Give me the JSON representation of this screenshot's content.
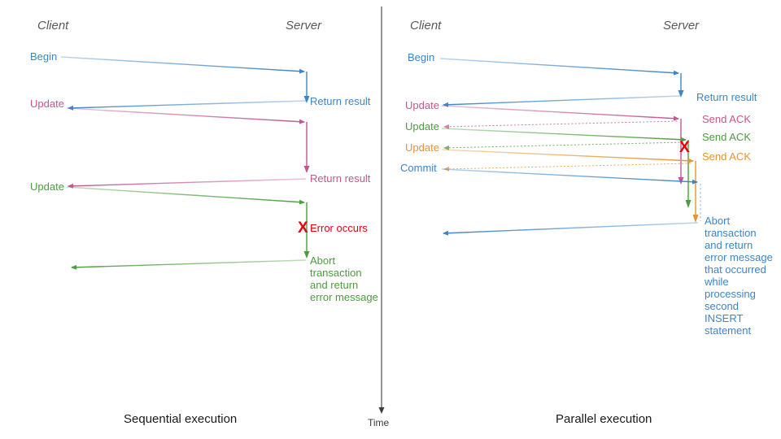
{
  "figure": {
    "title_left": "Sequential execution",
    "title_right": "Parallel execution",
    "time_axis_label": "Time"
  },
  "colors": {
    "blue": "#3d85c8",
    "pink": "#c2578f",
    "green": "#4d9c3f",
    "orange": "#e59434",
    "red": "#e8000d",
    "actor_gray": "#595959",
    "axis_gray": "#3c3c3c",
    "caption_black": "#1a1a1a"
  },
  "left_panel": {
    "actors": {
      "client": "Client",
      "server": "Server"
    },
    "messages": [
      {
        "label": "Begin",
        "color_key": "blue",
        "side": "client"
      },
      {
        "label": "Return result",
        "color_key": "blue",
        "side": "server"
      },
      {
        "label": "Update",
        "color_key": "pink",
        "side": "client"
      },
      {
        "label": "Return result",
        "color_key": "pink",
        "side": "server"
      },
      {
        "label": "Update",
        "color_key": "green",
        "side": "client"
      },
      {
        "label": "Error occurs",
        "color_key": "red",
        "side": "server"
      },
      {
        "label": "Abort transaction and return error message",
        "color_key": "green",
        "side": "server"
      }
    ],
    "error_marker": "X",
    "abort_lines": [
      "Abort",
      "transaction",
      "and return",
      "error message"
    ]
  },
  "right_panel": {
    "actors": {
      "client": "Client",
      "server": "Server"
    },
    "messages": [
      {
        "label": "Begin",
        "color_key": "blue",
        "side": "client"
      },
      {
        "label": "Return result",
        "color_key": "blue",
        "side": "server"
      },
      {
        "label": "Update",
        "color_key": "pink",
        "side": "client"
      },
      {
        "label": "Send ACK",
        "color_key": "pink",
        "side": "server"
      },
      {
        "label": "Update",
        "color_key": "green",
        "side": "client"
      },
      {
        "label": "Send ACK",
        "color_key": "green",
        "side": "server"
      },
      {
        "label": "Update",
        "color_key": "orange",
        "side": "client"
      },
      {
        "label": "Send ACK",
        "color_key": "orange",
        "side": "server"
      },
      {
        "label": "Commit",
        "color_key": "blue",
        "side": "client"
      },
      {
        "label": "Abort transaction and return error message that occurred while processing second INSERT statement",
        "color_key": "blue",
        "side": "server"
      }
    ],
    "error_marker": "X",
    "abort_lines": [
      "Abort",
      "transaction",
      "and return",
      "error message",
      "that occurred",
      "while",
      "processing",
      "second",
      "INSERT",
      "statement"
    ]
  }
}
